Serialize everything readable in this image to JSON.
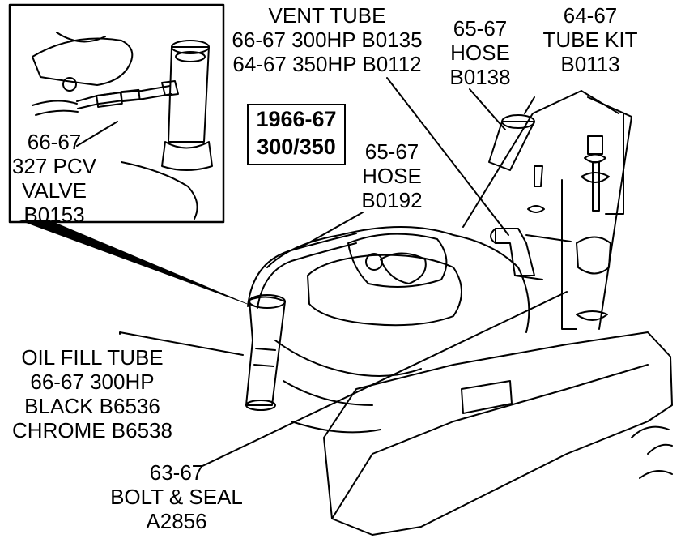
{
  "title_box": {
    "line1": "1966-67",
    "line2": "300/350"
  },
  "labels": {
    "vent_tube": [
      "VENT TUBE",
      "66-67 300HP B0135",
      "64-67 350HP B0112"
    ],
    "hose_65_67_b0138": [
      "65-67",
      "HOSE",
      "B0138"
    ],
    "tube_kit": [
      "64-67",
      "TUBE KIT",
      "B0113"
    ],
    "pcv_valve": [
      "66-67",
      "327 PCV",
      "VALVE",
      "B0153"
    ],
    "hose_65_67_b0192": [
      "65-67",
      "HOSE",
      "B0192"
    ],
    "oil_fill_tube": [
      "OIL FILL TUBE",
      "66-67 300HP",
      "BLACK B6536",
      "CHROME B6538"
    ],
    "bolt_seal": [
      "63-67",
      "BOLT & SEAL",
      "A2856"
    ]
  }
}
